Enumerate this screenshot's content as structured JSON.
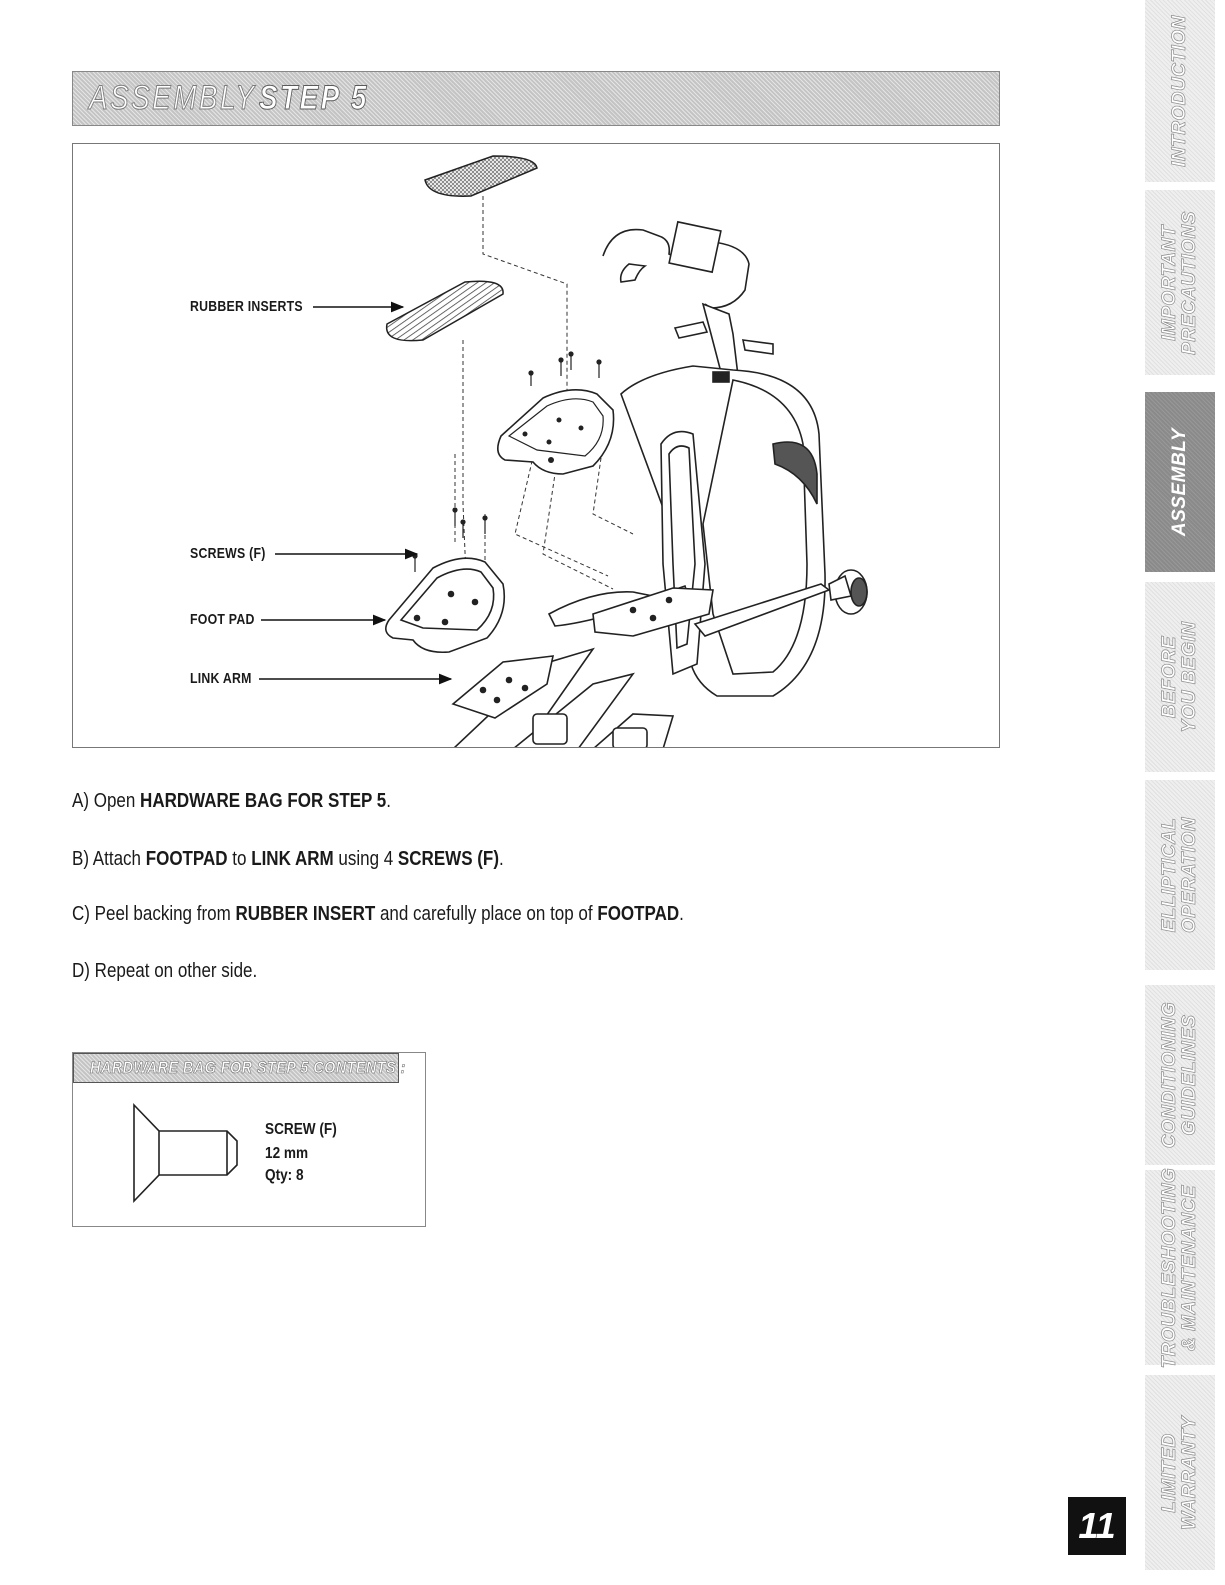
{
  "header": {
    "title_light": "ASSEMBLY",
    "title_bold": "STEP 5"
  },
  "diagram": {
    "callouts": {
      "rubber_inserts": "RUBBER INSERTS",
      "screws": "SCREWS (F)",
      "foot_pad": "FOOT PAD",
      "link_arm": "LINK ARM"
    }
  },
  "instructions": [
    {
      "prefix": "A) Open ",
      "b1": "HARDWARE BAG FOR STEP 5",
      "mid1": ".",
      "b2": "",
      "mid2": "",
      "b3": "",
      "suffix": ""
    },
    {
      "prefix": "B) Attach ",
      "b1": "FOOTPAD",
      "mid1": " to ",
      "b2": "LINK ARM",
      "mid2": " using 4 ",
      "b3": "SCREWS (F)",
      "suffix": "."
    },
    {
      "prefix": "C) Peel backing from ",
      "b1": "RUBBER INSERT",
      "mid1": " and carefully place on top of ",
      "b2": "FOOTPAD",
      "mid2": ".",
      "b3": "",
      "suffix": ""
    },
    {
      "prefix": "D) Repeat on other side.",
      "b1": "",
      "mid1": "",
      "b2": "",
      "mid2": "",
      "b3": "",
      "suffix": ""
    }
  ],
  "hardware": {
    "title": "HARDWARE BAG FOR STEP 5 CONTENTS :",
    "item_name": "SCREW (F)",
    "item_size": "12 mm",
    "item_qty": "Qty: 8"
  },
  "side_tabs": [
    {
      "id": "introduction",
      "lines": [
        "INTRODUCTION"
      ],
      "active": false
    },
    {
      "id": "important-precautions",
      "lines": [
        "IMPORTANT",
        "PRECAUTIONS"
      ],
      "active": false
    },
    {
      "id": "assembly",
      "lines": [
        "ASSEMBLY"
      ],
      "active": true
    },
    {
      "id": "before-you-begin",
      "lines": [
        "BEFORE",
        "YOU BEGIN"
      ],
      "active": false
    },
    {
      "id": "elliptical-operation",
      "lines": [
        "ELLIPTICAL",
        "OPERATION"
      ],
      "active": false
    },
    {
      "id": "conditioning-guidelines",
      "lines": [
        "CONDITIONING",
        "GUIDELINES"
      ],
      "active": false
    },
    {
      "id": "troubleshooting-maintenance",
      "lines": [
        "TROUBLESHOOTING",
        "& MAINTENANCE"
      ],
      "active": false
    },
    {
      "id": "limited-warranty",
      "lines": [
        "LIMITED",
        "WARRANTY"
      ],
      "active": false
    }
  ],
  "page_number": "11"
}
